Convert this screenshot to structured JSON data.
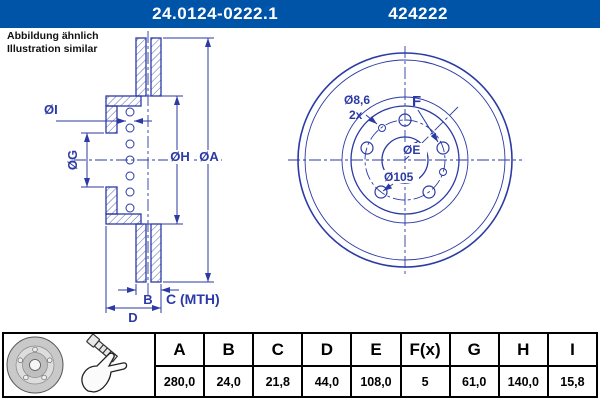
{
  "header": {
    "part_number": "24.0124-0222.1",
    "order_number": "424222"
  },
  "note": {
    "line1": "Abbildung ähnlich",
    "line2": "Illustration similar"
  },
  "drawing": {
    "section": {
      "label_i": "ØI",
      "label_g": "ØG",
      "label_h": "ØH",
      "label_a": "ØA",
      "label_b": "B",
      "label_c": "C (MTH)",
      "label_d": "D"
    },
    "front": {
      "label_hole_dia": "Ø8,6",
      "label_hole_count": "2x",
      "label_f": "F",
      "label_e": "ØE",
      "label_bolt_circle": "Ø105"
    }
  },
  "table": {
    "headers": [
      "A",
      "B",
      "C",
      "D",
      "E",
      "F(x)",
      "G",
      "H",
      "I"
    ],
    "values": [
      "280,0",
      "24,0",
      "21,8",
      "44,0",
      "108,0",
      "5",
      "61,0",
      "140,0",
      "15,8"
    ]
  },
  "colors": {
    "header_bg": "#0054a8",
    "drawing_line": "#2b3aa5",
    "table_border": "#000000"
  }
}
